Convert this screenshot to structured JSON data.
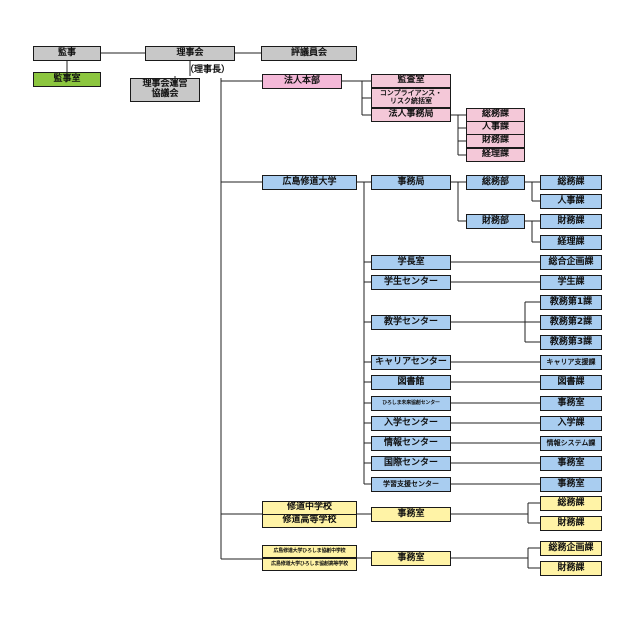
{
  "top": {
    "kanji": "監事",
    "kanji_office": "監事室",
    "board": "理事会",
    "chair_note": "（理事長）",
    "board_council": "理事会運営\n協議会",
    "trustees": "評議員会"
  },
  "corporate": {
    "title": "法人本部",
    "audit": "監査室",
    "compliance": "コンプライアンス・\nリスク統括室",
    "office": "法人事務局",
    "office_sections": [
      "総務課",
      "人事課",
      "財務課",
      "経理課"
    ]
  },
  "university": {
    "title": "広島修道大学",
    "secretariat": "事務局",
    "general_affairs": "総務部",
    "ga_sections": [
      "総務課",
      "人事課"
    ],
    "finance": "財務部",
    "fin_sections": [
      "財務課",
      "経理課"
    ],
    "units": [
      {
        "name": "学長室",
        "sections": [
          "総合企画課"
        ]
      },
      {
        "name": "学生センター",
        "sections": [
          "学生課"
        ]
      },
      {
        "name": "教学センター",
        "sections": [
          "教務第1課",
          "教務第2課",
          "教務第3課"
        ]
      },
      {
        "name": "キャリアセンター",
        "sections": [
          "キャリア支援課"
        ]
      },
      {
        "name": "図書館",
        "sections": [
          "図書課"
        ]
      },
      {
        "name": "ひろしま未来協創センター",
        "sections": [
          "事務室"
        ]
      },
      {
        "name": "入学センター",
        "sections": [
          "入学課"
        ]
      },
      {
        "name": "情報センター",
        "sections": [
          "情報システム課"
        ]
      },
      {
        "name": "国際センター",
        "sections": [
          "事務室"
        ]
      },
      {
        "name": "学習支援センター",
        "sections": [
          "事務室"
        ]
      }
    ]
  },
  "schools1": {
    "names": [
      "修道中学校",
      "修道高等学校"
    ],
    "office": "事務室",
    "sections": [
      "総務課",
      "財務課"
    ]
  },
  "schools2": {
    "names": [
      "広島修道大学ひろしま協創中学校",
      "広島修道大学ひろしま協創高等学校"
    ],
    "office": "事務室",
    "sections": [
      "総務企画課",
      "財務課"
    ]
  },
  "colors": {
    "gray": "#c8c8c8",
    "green": "#8cc63f",
    "pink": "#f4b8d8",
    "blue": "#a9cdf0",
    "yellow": "#fff3a6"
  }
}
